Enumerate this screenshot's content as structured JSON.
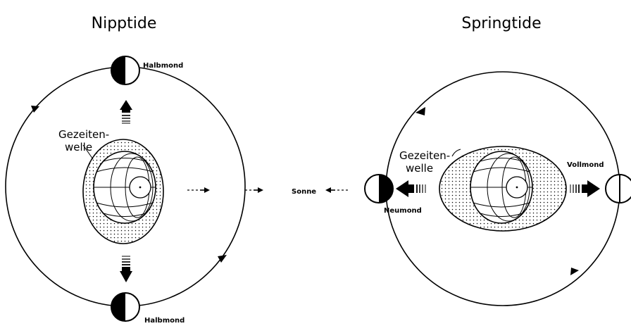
{
  "nipptide": {
    "title": "Nipptide",
    "tide_wave_line1": "Gezeiten-",
    "tide_wave_line2": "welle",
    "moon_top_label": "Halbmond",
    "moon_bottom_label": "Halbmond"
  },
  "sun": {
    "label": "Sonne"
  },
  "springtide": {
    "title": "Springtide",
    "tide_wave_line1": "Gezeiten-",
    "tide_wave_line2": "welle",
    "new_moon_label": "Neumond",
    "full_moon_label": "Vollmond"
  }
}
